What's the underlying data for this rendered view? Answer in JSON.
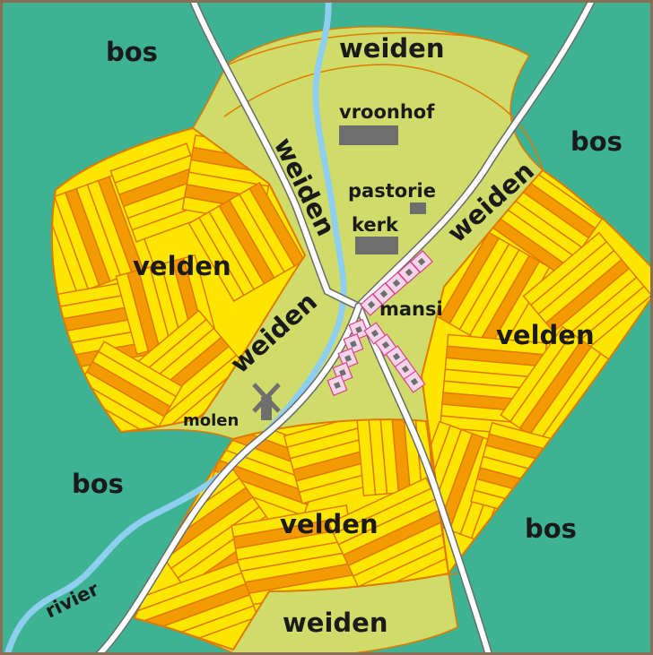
{
  "colors": {
    "forest": "#3db394",
    "meadow": "#cfdc6a",
    "field_light": "#ffe600",
    "field_dark": "#f39a00",
    "field_line": "#e07a00",
    "road": "#ffffff",
    "road_edge": "#6b6b6b",
    "river": "#8ecff0",
    "building": "#6e6e6e",
    "mansi_fill": "#f6d4ea",
    "mansi_edge": "#d9438a",
    "border": "#8a6d55"
  },
  "labels": {
    "bos_top_left": "bos",
    "bos_right": "bos",
    "bos_bottom_left": "bos",
    "bos_bottom_right": "bos",
    "weiden_top": "weiden",
    "weiden_left_road": "weiden",
    "weiden_right_road": "weiden",
    "weiden_center": "weiden",
    "weiden_bottom": "weiden",
    "velden_left": "velden",
    "velden_right": "velden",
    "velden_bottom": "velden",
    "vroonhof": "vroonhof",
    "pastorie": "pastorie",
    "kerk": "kerk",
    "mansi": "mansi",
    "molen": "molen",
    "rivier": "rivier"
  },
  "icons": {
    "windmill": "windmill-icon",
    "building": "building-icon"
  }
}
